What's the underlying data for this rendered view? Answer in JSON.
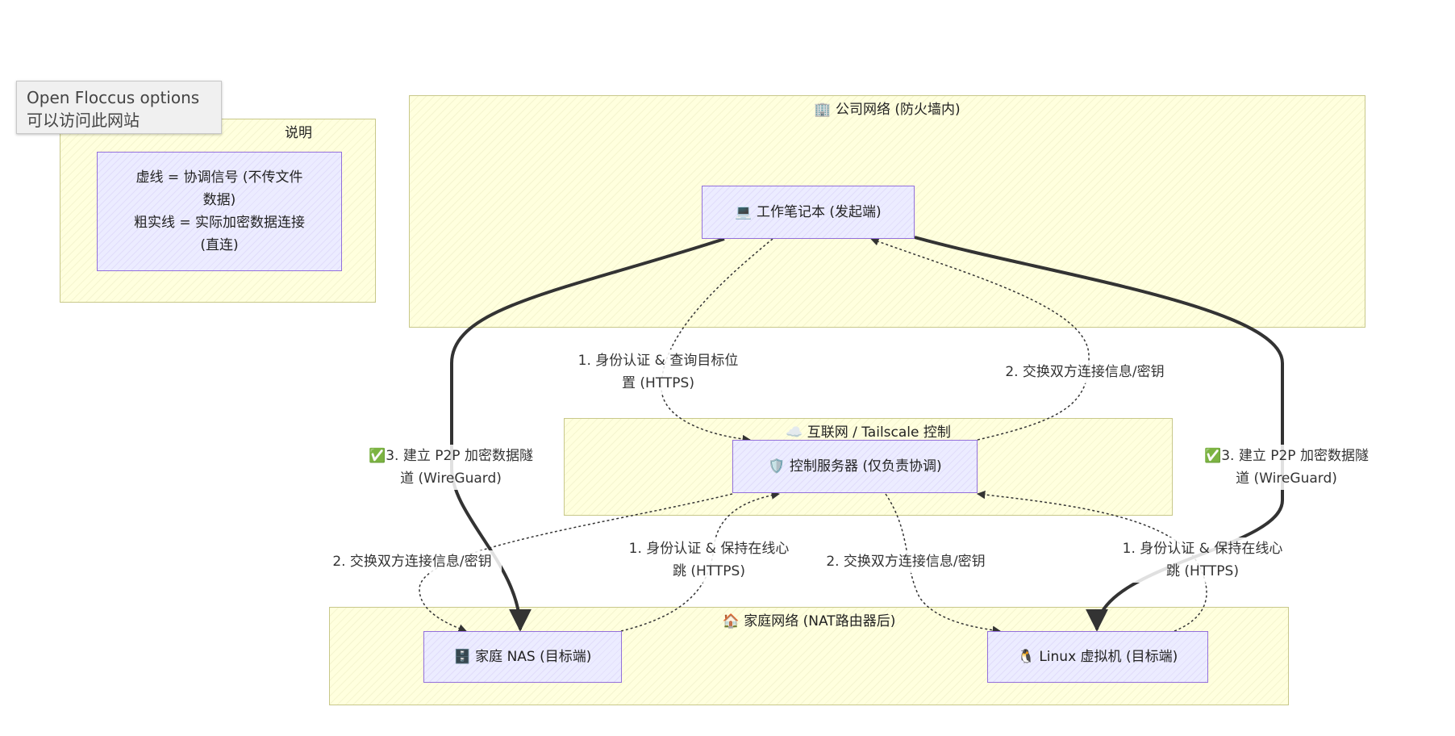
{
  "tooltip": {
    "line1": "Open Floccus options",
    "line2": "可以访问此网站"
  },
  "clusters": {
    "legend": "说明",
    "company": "🏢 公司网络 (防火墙内)",
    "internet": "☁️ 互联网 / Tailscale 控制",
    "home": "🏠 家庭网络 (NAT路由器后)"
  },
  "nodes": {
    "legend_line1": "虚线 = 协调信号 (不传文件",
    "legend_line2": "数据)",
    "legend_line3": "粗实线 = 实际加密数据连接",
    "legend_line4": "(直连)",
    "laptop": "💻 工作笔记本 (发起端)",
    "control": "🛡️ 控制服务器 (仅负责协调)",
    "nas": "🗄️ 家庭 NAS (目标端)",
    "linux": "🐧 Linux 虚拟机 (目标端)"
  },
  "edge_labels": {
    "laptop_auth_1": "1. 身份认证 & 查询目标位",
    "laptop_auth_2": "置 (HTTPS)",
    "laptop_exchange": "2. 交换双方连接信息/密钥",
    "p2p_left_1": "✅3. 建立 P2P 加密数据隧",
    "p2p_left_2": "道 (WireGuard)",
    "p2p_right_1": "✅3. 建立 P2P 加密数据隧",
    "p2p_right_2": "道 (WireGuard)",
    "nas_exchange": "2. 交换双方连接信息/密钥",
    "nas_auth_1": "1. 身份认证 & 保持在线心",
    "nas_auth_2": "跳 (HTTPS)",
    "linux_exchange": "2. 交换双方连接信息/密钥",
    "linux_auth_1": "1. 身份认证 & 保持在线心",
    "linux_auth_2": "跳 (HTTPS)"
  },
  "colors": {
    "cluster_fill": "#ffffde",
    "cluster_border": "#c8c88a",
    "node_fill": "#ececff",
    "node_border": "#9370db",
    "edge": "#333333"
  }
}
